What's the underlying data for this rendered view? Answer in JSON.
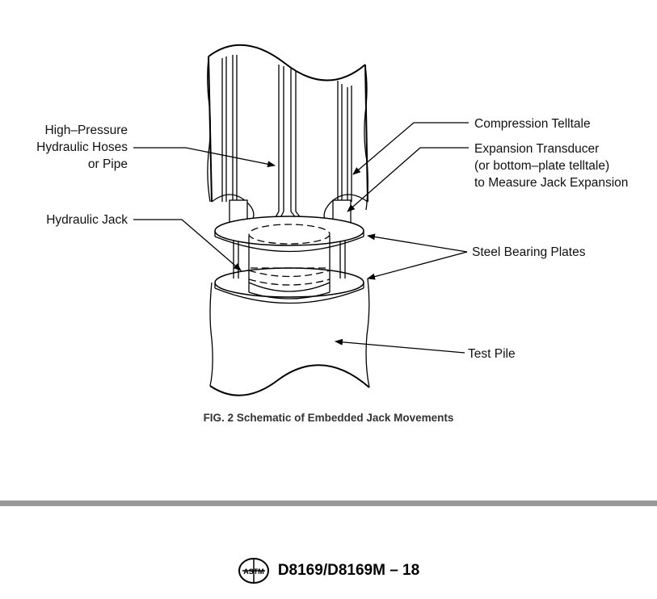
{
  "figure": {
    "labels": {
      "hoses": [
        "High–Pressure",
        "Hydraulic Hoses",
        "or Pipe"
      ],
      "jack": "Hydraulic Jack",
      "compression": "Compression Telltale",
      "expansion": [
        "Expansion Transducer",
        "(or bottom–plate telltale)",
        "to Measure Jack Expansion"
      ],
      "plates": "Steel Bearing Plates",
      "pile": "Test Pile"
    },
    "caption": "FIG. 2 Schematic of Embedded Jack Movements"
  },
  "footer": {
    "logo_text": "ASTM",
    "doc_code": "D8169/D8169M – 18"
  }
}
